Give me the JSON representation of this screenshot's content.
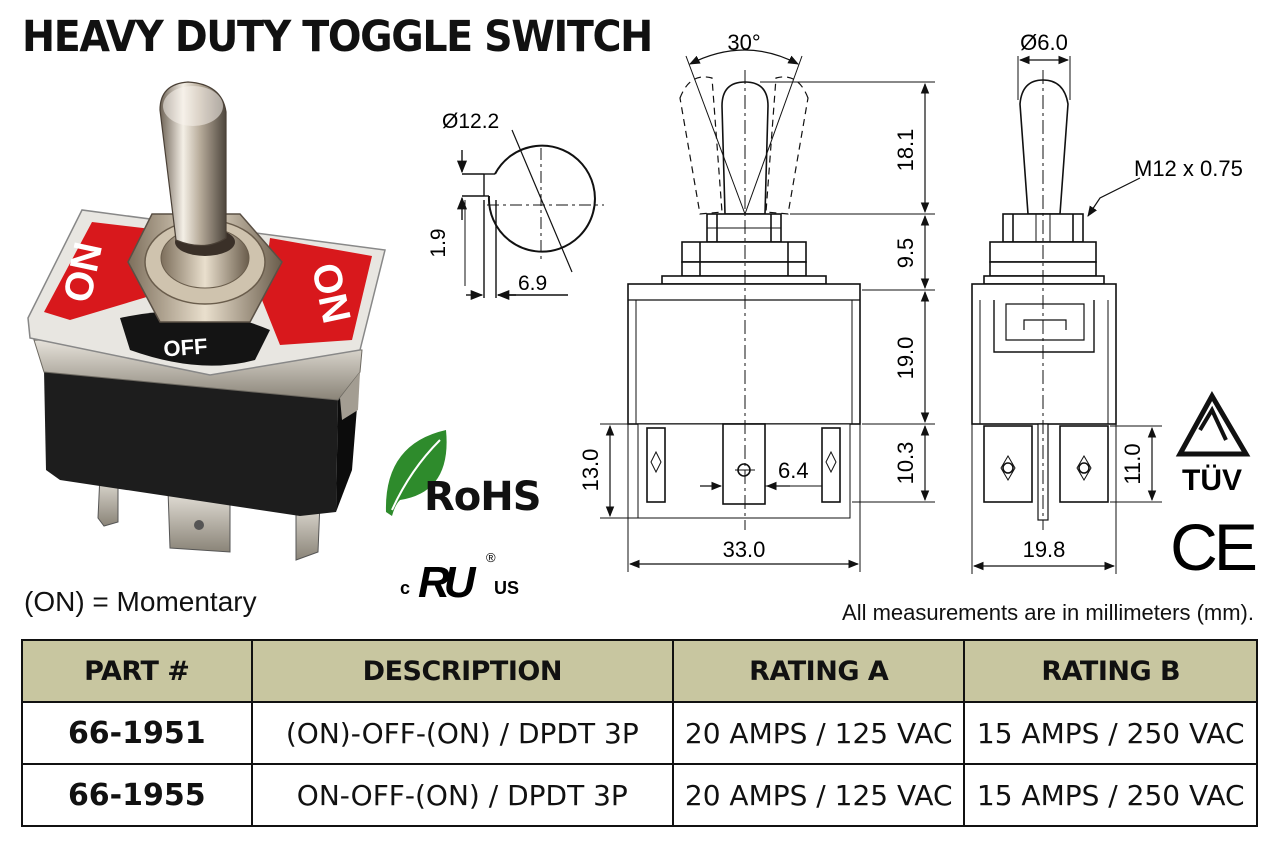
{
  "title": "HEAVY DUTY TOGGLE SWITCH",
  "product_photo": {
    "plate_left": "ON",
    "plate_right": "ON",
    "plate_center": "OFF",
    "colors": {
      "plate_red": "#d8181c",
      "plate_black": "#141414",
      "metal": "#c9c9c9",
      "body": "#1c1c1c"
    }
  },
  "legend": {
    "momentary": "(ON) = Momentary"
  },
  "certifications": {
    "rohs": "RoHS",
    "ul_prefix": "c",
    "ul_mark": "RU",
    "ul_suffix": "US",
    "ul_registered": "®",
    "tuv": "TÜV",
    "ce": "CE"
  },
  "note": "All measurements are in millimeters (mm).",
  "dimensions": {
    "cutout_diameter": "Ø12.2",
    "key_width": "1.9",
    "key_offset": "6.9",
    "throw_angle": "30°",
    "lever_height": "18.1",
    "bushing_height": "9.5",
    "body_height": "19.0",
    "terminal_length": "10.3",
    "terminal_span": "13.0",
    "terminal_width": "6.4",
    "body_width": "33.0",
    "lever_diameter": "Ø6.0",
    "thread": "M12 x 0.75",
    "body_depth": "19.8",
    "side_terminal_length": "11.0"
  },
  "table": {
    "headers": [
      "PART #",
      "DESCRIPTION",
      "RATING A",
      "RATING B"
    ],
    "rows": [
      {
        "part": "66-1951",
        "description": "(ON)-OFF-(ON) / DPDT 3P",
        "rating_a": "20 AMPS / 125 VAC",
        "rating_b": "15 AMPS / 250 VAC"
      },
      {
        "part": "66-1955",
        "description": "ON-OFF-(ON) / DPDT 3P",
        "rating_a": "20 AMPS / 125 VAC",
        "rating_b": "15 AMPS / 250 VAC"
      }
    ],
    "header_color": "#c8c6a0"
  }
}
